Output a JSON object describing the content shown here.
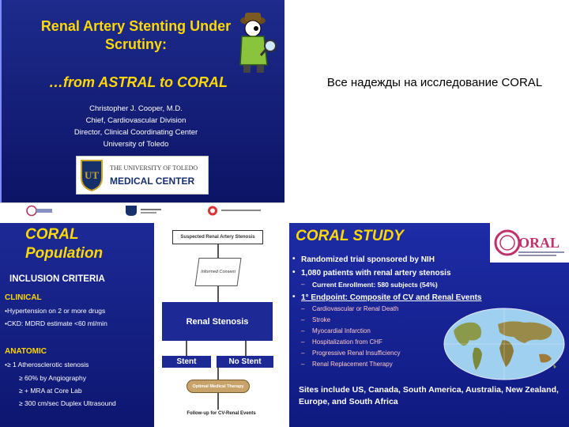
{
  "slide1": {
    "title_line1": "Renal Artery Stenting Under",
    "title_line2": "Scrutiny:",
    "subtitle": "…from ASTRAL to CORAL",
    "author": [
      "Christopher J. Cooper, M.D.",
      "Chief, Cardiovascular Division",
      "Director, Clinical Coordinating Center",
      "University of Toledo"
    ],
    "logo_line1": "THE UNIVERSITY OF TOLEDO",
    "logo_line2": "MEDICAL CENTER"
  },
  "russian_text": "Все надежды на  исследование CORAL",
  "slide2": {
    "title_line1": "CORAL",
    "title_line2": "Population",
    "inclusion_header": "INCLUSION CRITERIA",
    "clinical_header": "CLINICAL",
    "clinical_items": [
      "•Hypertension on 2 or more drugs",
      "•CKD: MDRD estimate <60 ml/min"
    ],
    "anatomic_header": "ANATOMIC",
    "anatomic_items": [
      "•≥ 1 Atherosclerotic stenosis",
      "≥ 60% by Angiography",
      "≥ + MRA at Core Lab",
      "≥ 300 cm/sec Duplex Ultrasound"
    ],
    "flow": {
      "suspected": "Suspected Renal Artery Stenosis",
      "consent": "Informed Consent",
      "renal_stenosis": "Renal Stenosis",
      "stent": "Stent",
      "no_stent": "No Stent",
      "omt": "Optimal Medical Therapy",
      "followup": "Follow-up for CV-Renal Events"
    }
  },
  "slide3": {
    "title": "CORAL STUDY",
    "bullets": [
      "Randomized trial sponsored by NIH",
      "1,080 patients with renal artery stenosis"
    ],
    "enrollment": "Current Enrollment: 580 subjects (54%)",
    "endpoint": "1° Endpoint: Composite of CV and Renal Events",
    "endpoint_items": [
      "Cardiovascular or Renal Death",
      "Stroke",
      "Myocardial Infarction",
      "Hospitalization from CHF",
      "Progressive Renal Insufficiency",
      "Renal Replacement Therapy"
    ],
    "sites": "Sites include US, Canada, South America, Australia, New Zealand, Europe, and South Africa",
    "logo_text": "ORAL"
  },
  "colors": {
    "slide_blue": "#1d2a96",
    "title_yellow": "#ffd800",
    "sub_pink": "#ffc8c8"
  }
}
